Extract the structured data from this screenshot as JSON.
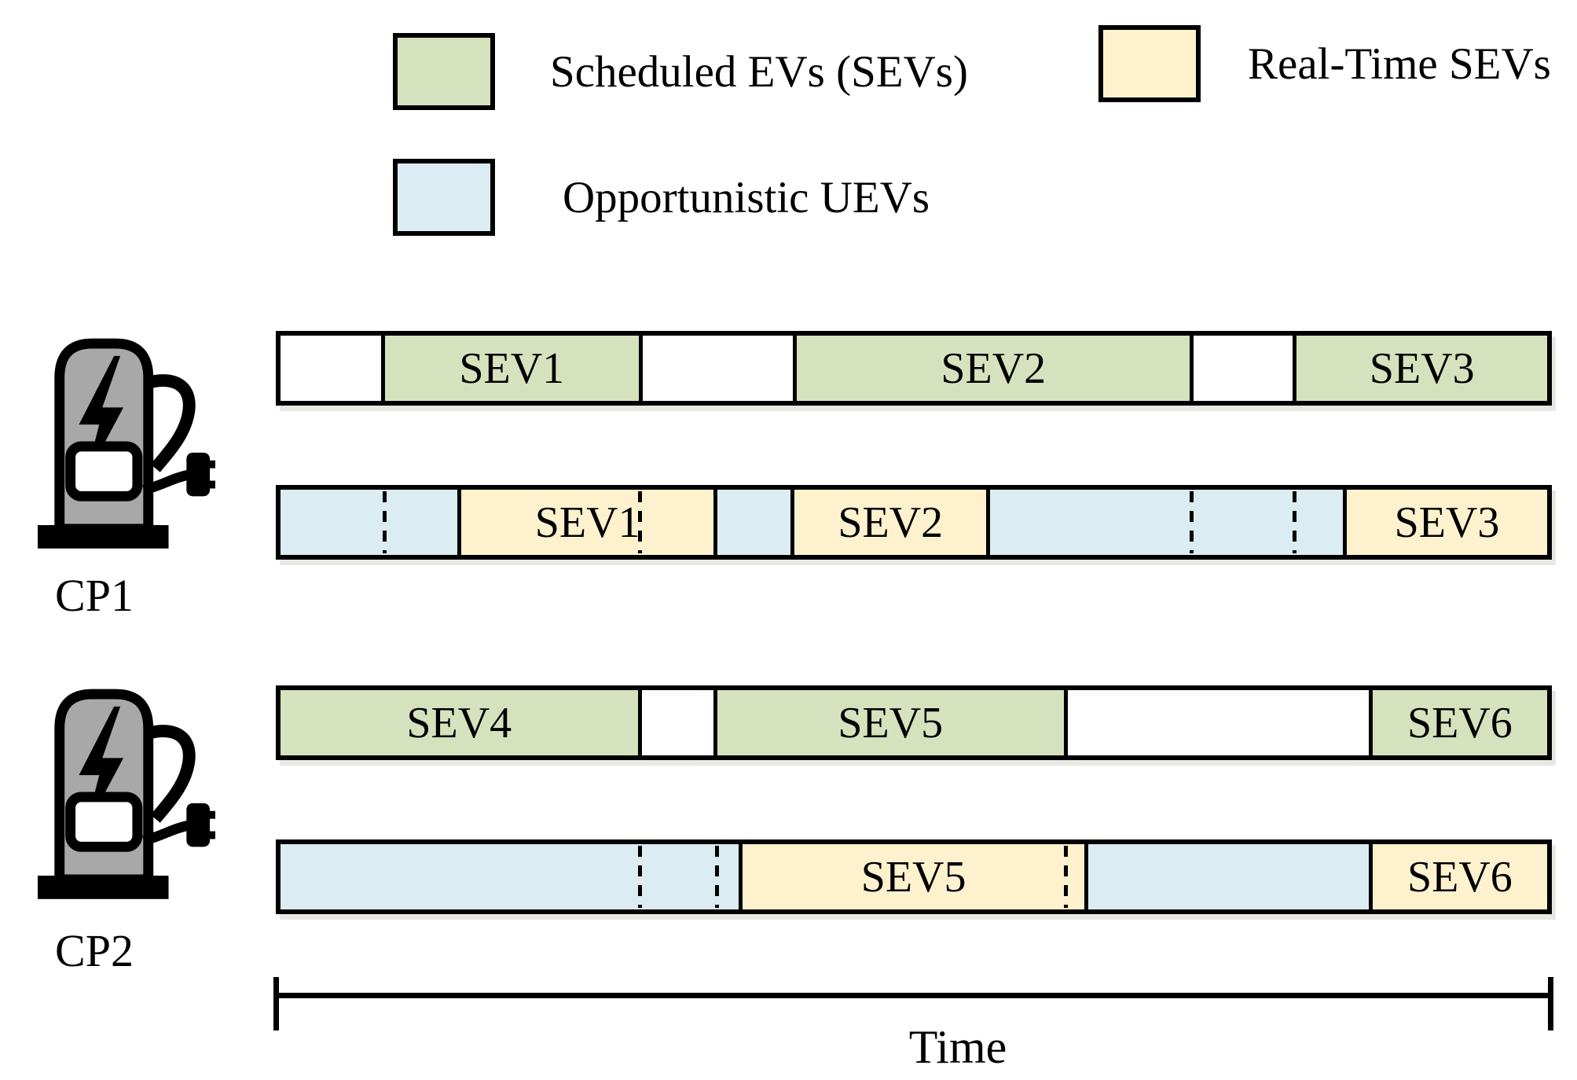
{
  "colors": {
    "scheduled": "#d6e2bd",
    "realtime": "#fdf2cd",
    "idle": "#dbecf3",
    "gap": "#ffffff",
    "border": "#000000",
    "charger": "#a8a8a8"
  },
  "legend": {
    "items": [
      {
        "id": "scheduled",
        "label": "Scheduled EVs (SEVs)",
        "color": "#d6e2bd"
      },
      {
        "id": "realtime",
        "label": "Real-Time SEVs",
        "color": "#fdf2cd"
      },
      {
        "id": "opportunistic",
        "label": "Opportunistic UEVs",
        "color": "#dbecf3"
      }
    ]
  },
  "axis": {
    "label": "Time"
  },
  "charging_points": [
    {
      "label": "CP1",
      "scheduled_row": {
        "segments": [
          {
            "type": "gap",
            "label": "",
            "start": 0,
            "end": 7.94
          },
          {
            "type": "scheduled",
            "label": "SEV1",
            "start": 7.94,
            "end": 28.26
          },
          {
            "type": "gap",
            "label": "",
            "start": 28.26,
            "end": 40.46
          },
          {
            "type": "scheduled",
            "label": "SEV2",
            "start": 40.46,
            "end": 71.8
          },
          {
            "type": "gap",
            "label": "",
            "start": 71.8,
            "end": 79.93
          },
          {
            "type": "scheduled",
            "label": "SEV3",
            "start": 79.93,
            "end": 100
          }
        ],
        "dashes": []
      },
      "realtime_row": {
        "segments": [
          {
            "type": "idle",
            "label": "",
            "start": 0,
            "end": 13.98
          },
          {
            "type": "realtime",
            "label": "SEV1",
            "start": 13.98,
            "end": 34.18
          },
          {
            "type": "idle",
            "label": "",
            "start": 34.18,
            "end": 40.27
          },
          {
            "type": "realtime",
            "label": "SEV2",
            "start": 40.27,
            "end": 55.73
          },
          {
            "type": "idle",
            "label": "",
            "start": 55.73,
            "end": 83.87
          },
          {
            "type": "realtime",
            "label": "SEV3",
            "start": 83.87,
            "end": 100
          }
        ],
        "dashes": [
          8.07,
          28.2,
          71.8,
          79.93
        ]
      }
    },
    {
      "label": "CP2",
      "scheduled_row": {
        "segments": [
          {
            "type": "scheduled",
            "label": "SEV4",
            "start": 0,
            "end": 28.2
          },
          {
            "type": "gap",
            "label": "",
            "start": 28.2,
            "end": 34.18
          },
          {
            "type": "scheduled",
            "label": "SEV5",
            "start": 34.18,
            "end": 61.82
          },
          {
            "type": "gap",
            "label": "",
            "start": 61.82,
            "end": 85.9
          },
          {
            "type": "scheduled",
            "label": "SEV6",
            "start": 85.9,
            "end": 100
          }
        ],
        "dashes": []
      },
      "realtime_row": {
        "segments": [
          {
            "type": "idle",
            "label": "",
            "start": 0,
            "end": 36.15
          },
          {
            "type": "realtime",
            "label": "SEV5",
            "start": 36.15,
            "end": 63.49
          },
          {
            "type": "idle",
            "label": "",
            "start": 63.49,
            "end": 85.9
          },
          {
            "type": "realtime",
            "label": "SEV6",
            "start": 85.9,
            "end": 100
          }
        ],
        "dashes": [
          28.2,
          34.3,
          61.82
        ]
      }
    }
  ]
}
